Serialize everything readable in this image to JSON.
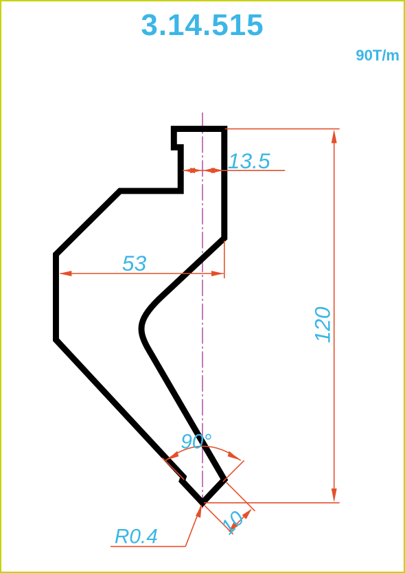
{
  "title": "3.14.515",
  "capacity": "90T/m",
  "colors": {
    "border": "#c8d400",
    "text": "#3bb6e6",
    "dimension": "#e4502a",
    "centerline": "#b04aa5",
    "profile": "#000000"
  },
  "dimensions": {
    "top_width": "13.5",
    "body_width": "53",
    "height": "120",
    "angle": "90°",
    "tip_length": "10",
    "tip_radius": "R0.4"
  }
}
